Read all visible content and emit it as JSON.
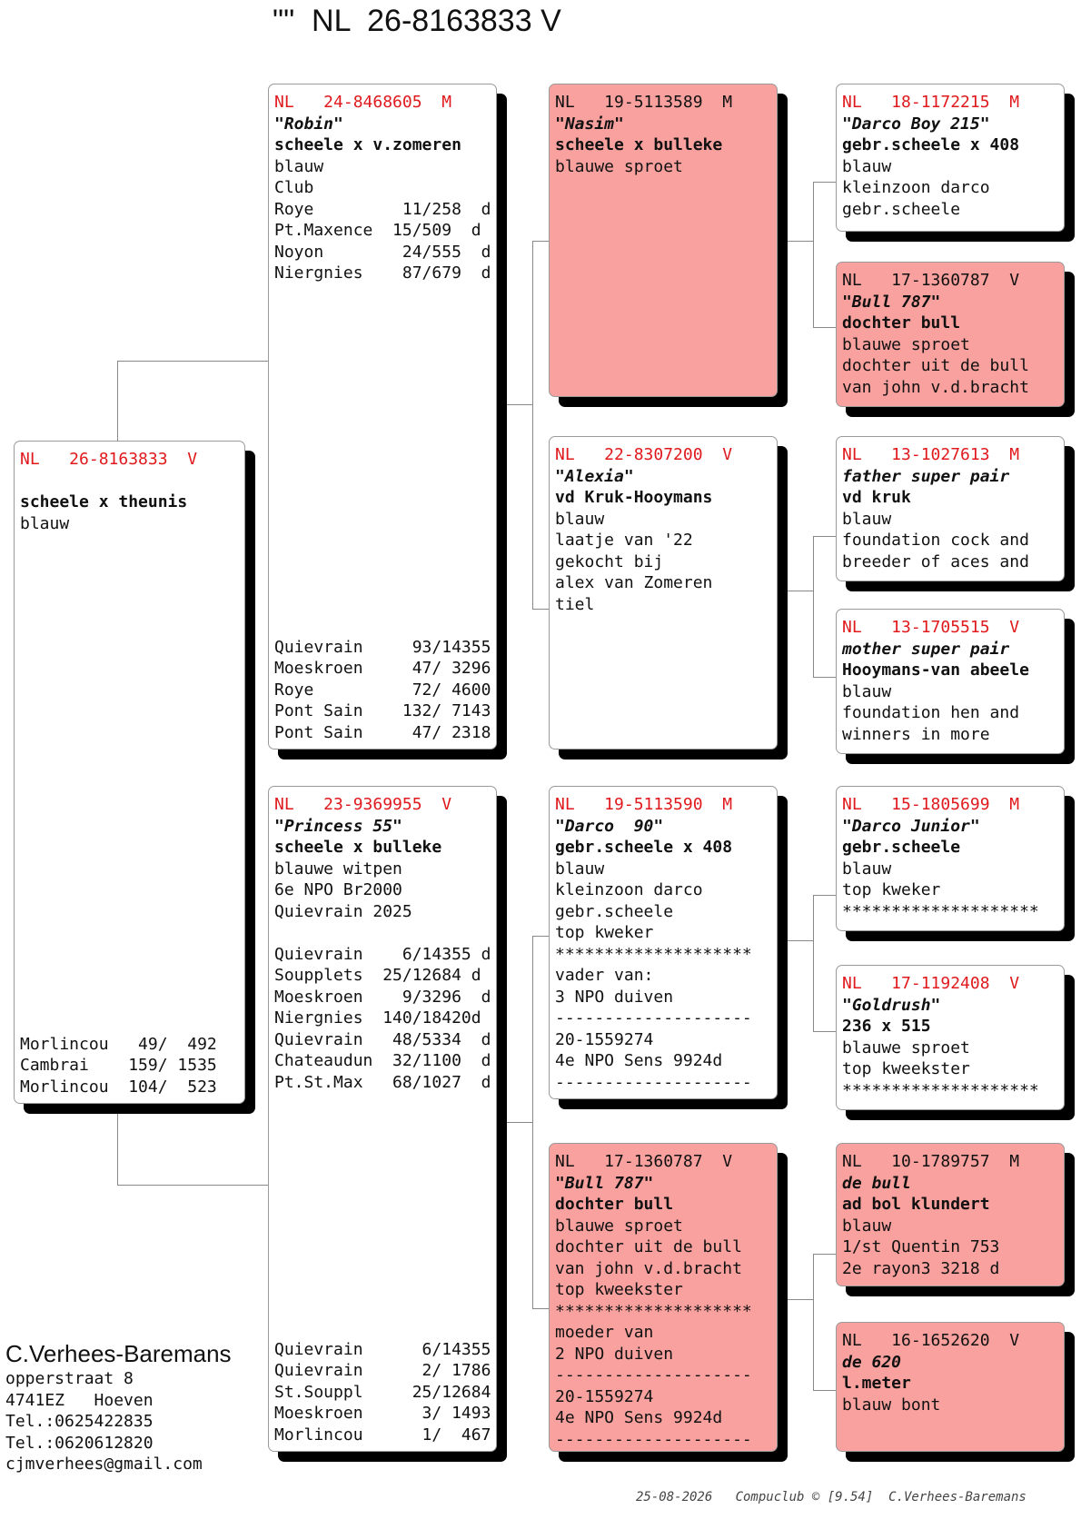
{
  "title": "\"\"  NL  26-8163833 V",
  "subject": {
    "head": "NL   26-8163833  V",
    "lines": [
      "",
      "scheele x theunis",
      "blauw"
    ],
    "bottom": [
      "Morlincou   49/  492",
      "Cambrai    159/ 1535",
      "Morlincou  104/  523"
    ]
  },
  "sire": {
    "head": "NL   24-8468605  M",
    "nick": "\"Robin\"",
    "lines": [
      "scheele x v.zomeren",
      "blauw",
      "Club",
      "Roye         11/258  d",
      "Pt.Maxence  15/509  d",
      "Noyon        24/555  d",
      "Niergnies    87/679  d"
    ],
    "bottom": [
      "Quievrain     93/14355",
      "Moeskroen     47/ 3296",
      "Roye          72/ 4600",
      "Pont Sain    132/ 7143",
      "Pont Sain     47/ 2318"
    ]
  },
  "dam": {
    "head": "NL   23-9369955  V",
    "nick": "\"Princess 55\"",
    "lines": [
      "scheele x bulleke",
      "blauwe witpen",
      "6e NPO Br2000",
      "Quievrain 2025",
      "",
      "Quievrain    6/14355 d",
      "Soupplets  25/12684 d",
      "Moeskroen    9/3296  d",
      "Niergnies  140/18420d",
      "Quievrain   48/5334  d",
      "Chateaudun  32/1100  d",
      "Pt.St.Max   68/1027  d"
    ],
    "bottom": [
      "Quievrain      6/14355",
      "Quievrain      2/ 1786",
      "St.Souppl     25/12684",
      "Moeskroen      3/ 1493",
      "Morlincou      1/  467"
    ]
  },
  "ss": {
    "head": "NL   19-5113589  M",
    "nick": "\"Nasim\"",
    "lines": [
      "scheele x bulleke",
      "blauwe sproet"
    ]
  },
  "sd": {
    "head": "NL   22-8307200  V",
    "nick": "\"Alexia\"",
    "lines": [
      "vd Kruk-Hooymans",
      "blauw",
      "laatje van '22",
      "gekocht bij",
      "alex van Zomeren",
      "tiel"
    ]
  },
  "ds": {
    "head": "NL   19-5113590  M",
    "nick": "\"Darco  90\"",
    "lines": [
      "gebr.scheele x 408",
      "blauw",
      "kleinzoon darco",
      "gebr.scheele",
      "top kweker",
      "********************",
      "vader van:",
      "3 NPO duiven",
      "--------------------",
      "20-1559274",
      "4e NPO Sens 9924d",
      "--------------------"
    ]
  },
  "dd": {
    "head": "NL   17-1360787  V",
    "nick": "\"Bull 787\"",
    "lines": [
      "dochter bull",
      "blauwe sproet",
      "dochter uit de bull",
      "van john v.d.bracht",
      "top kweekster",
      "********************",
      "moeder van",
      "2 NPO duiven",
      "--------------------",
      "20-1559274",
      "4e NPO Sens 9924d",
      "--------------------"
    ]
  },
  "sss": {
    "head": "NL   18-1172215  M",
    "nick": "\"Darco Boy 215\"",
    "lines": [
      "gebr.scheele x 408",
      "blauw",
      "kleinzoon darco",
      "gebr.scheele"
    ]
  },
  "ssd": {
    "head": "NL   17-1360787  V",
    "nick": "\"Bull 787\"",
    "lines": [
      "dochter bull",
      "blauwe sproet",
      "dochter uit de bull",
      "van john v.d.bracht"
    ]
  },
  "sds": {
    "head": "NL   13-1027613  M",
    "nick": "father super pair",
    "lines": [
      "vd kruk",
      "blauw",
      "foundation cock and",
      "breeder of aces and"
    ]
  },
  "sdd": {
    "head": "NL   13-1705515  V",
    "nick": "mother super pair",
    "lines": [
      "Hooymans-van abeele",
      "blauw",
      "foundation hen and",
      "winners in more"
    ]
  },
  "dss": {
    "head": "NL   15-1805699  M",
    "nick": "\"Darco Junior\"",
    "lines": [
      "gebr.scheele",
      "blauw",
      "top kweker",
      "********************"
    ]
  },
  "dsd": {
    "head": "NL   17-1192408  V",
    "nick": "\"Goldrush\"",
    "lines": [
      "236 x 515",
      "blauwe sproet",
      "top kweekster",
      "********************"
    ]
  },
  "dds": {
    "head": "NL   10-1789757  M",
    "nick": "de bull",
    "lines": [
      "ad bol klundert",
      "blauw",
      "1/st Quentin 753",
      "2e rayon3 3218 d"
    ]
  },
  "ddd": {
    "head": "NL   16-1652620  V",
    "nick": "de 620",
    "lines": [
      "l.meter",
      "blauw bont"
    ]
  },
  "owner": {
    "name": "C.Verhees-Baremans",
    "lines": [
      "opperstraat 8",
      "4741EZ   Hoeven",
      "Tel.:0625422835",
      "Tel.:0620612820",
      "cjmverhees@gmail.com"
    ]
  },
  "footer": "25-08-2026   Compuclub © [9.54]  C.Verhees-Baremans",
  "colors": {
    "head_red": "#e0191d",
    "pink_fill": "#f9a19e",
    "shadow": "#000000"
  }
}
